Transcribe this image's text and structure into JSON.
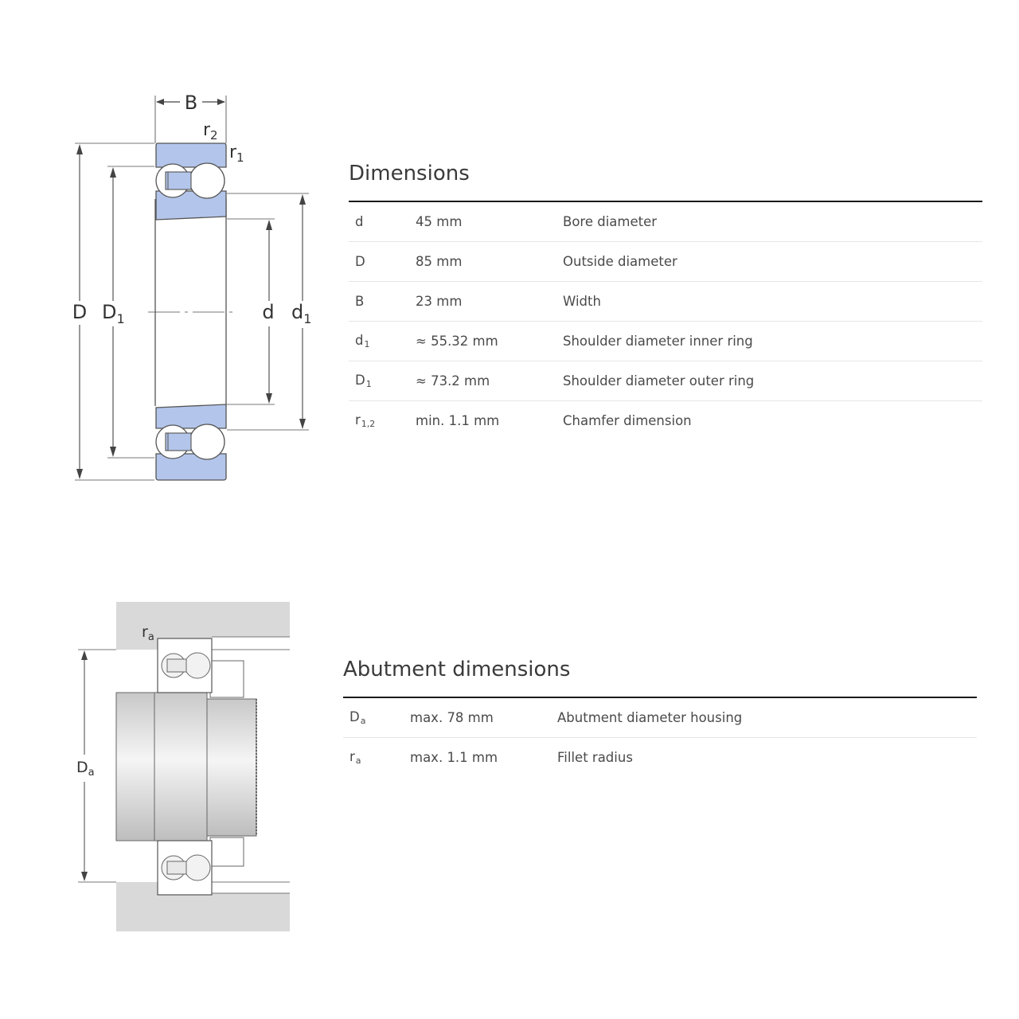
{
  "dimensions": {
    "title": "Dimensions",
    "rows": [
      {
        "symbol": "d",
        "sub": "",
        "value": "45 mm",
        "description": "Bore diameter"
      },
      {
        "symbol": "D",
        "sub": "",
        "value": "85 mm",
        "description": "Outside diameter"
      },
      {
        "symbol": "B",
        "sub": "",
        "value": "23 mm",
        "description": "Width"
      },
      {
        "symbol": "d",
        "sub": "1",
        "value": "≈ 55.32 mm",
        "description": "Shoulder diameter inner ring"
      },
      {
        "symbol": "D",
        "sub": "1",
        "value": "≈ 73.2 mm",
        "description": "Shoulder diameter outer ring"
      },
      {
        "symbol": "r",
        "sub": "1,2",
        "value": "min. 1.1 mm",
        "description": "Chamfer dimension"
      }
    ]
  },
  "abutment": {
    "title": "Abutment dimensions",
    "rows": [
      {
        "symbol": "D",
        "sub": "a",
        "value": "max. 78 mm",
        "description": "Abutment diameter housing"
      },
      {
        "symbol": "r",
        "sub": "a",
        "value": "max. 1.1 mm",
        "description": "Fillet radius"
      }
    ]
  },
  "drawing_labels": {
    "B": "B",
    "r2": "r",
    "r2_sub": "2",
    "r1": "r",
    "r1_sub": "1",
    "D": "D",
    "D1": "D",
    "D1_sub": "1",
    "d": "d",
    "d1": "d",
    "d1_sub": "1",
    "ra": "r",
    "ra_sub": "a",
    "Da": "D",
    "Da_sub": "a"
  },
  "colors": {
    "ring_fill": "#b3c5ea",
    "outline": "#555555",
    "housing_gray": "#d9d9d9",
    "rule": "#1a1a1a"
  }
}
